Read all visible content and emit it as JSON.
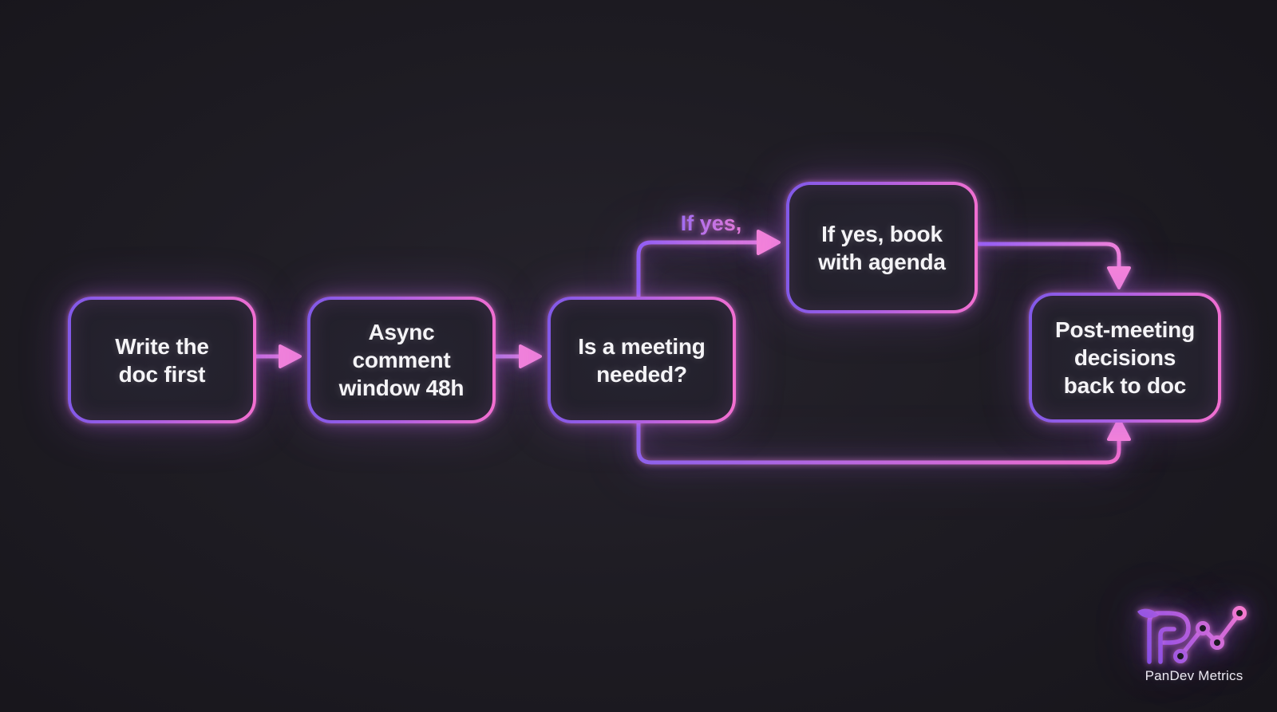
{
  "canvas": {
    "background": "#1c1a21",
    "accent_purple": "#8159e8",
    "accent_pink": "#f36fd0",
    "node_text_color": "#f5f4f7"
  },
  "flowchart": {
    "nodes": [
      {
        "id": "write-doc-first",
        "label": "Write the\ndoc first"
      },
      {
        "id": "async-comment-window",
        "label": "Async\ncomment\nwindow 48h"
      },
      {
        "id": "is-meeting-needed",
        "label": "Is a meeting\nneeded?"
      },
      {
        "id": "book-with-agenda",
        "label": "If yes, book\nwith agenda"
      },
      {
        "id": "post-meeting-decisions",
        "label": "Post-meeting\ndecisions\nback to doc"
      }
    ],
    "edge_label": "If yes,"
  },
  "branding": {
    "name": "PanDev Metrics"
  }
}
